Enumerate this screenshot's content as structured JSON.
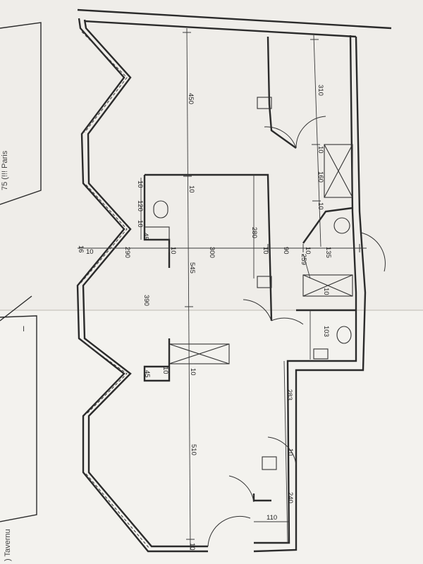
{
  "margin_text": {
    "top_left_partial": "75 (!!! Paris",
    "bottom_left_partial": "I",
    "bottom_edge_partial": ") Tavernu"
  },
  "dimensions": {
    "d310": "310",
    "d450": "450",
    "d160": "160",
    "d120": "120",
    "d10a": "10",
    "d10b": "10",
    "d10c": "10",
    "d10d": "10",
    "d10e": "10",
    "d10f": "10",
    "d10g": "10",
    "d10h": "10",
    "d10i": "10",
    "d10j": "10",
    "d10k": "10",
    "d10l": "10",
    "d10m": "10",
    "d10n": "10",
    "d280": "280",
    "d290": "290",
    "d300": "300",
    "d90": "90",
    "d135": "135",
    "d545": "545",
    "d259": "259",
    "d390": "390",
    "d45a": "45",
    "d45b": "45",
    "d16": "16",
    "d103": "103",
    "d283": "283",
    "d510": "510",
    "d240": "240",
    "d110": "110"
  }
}
